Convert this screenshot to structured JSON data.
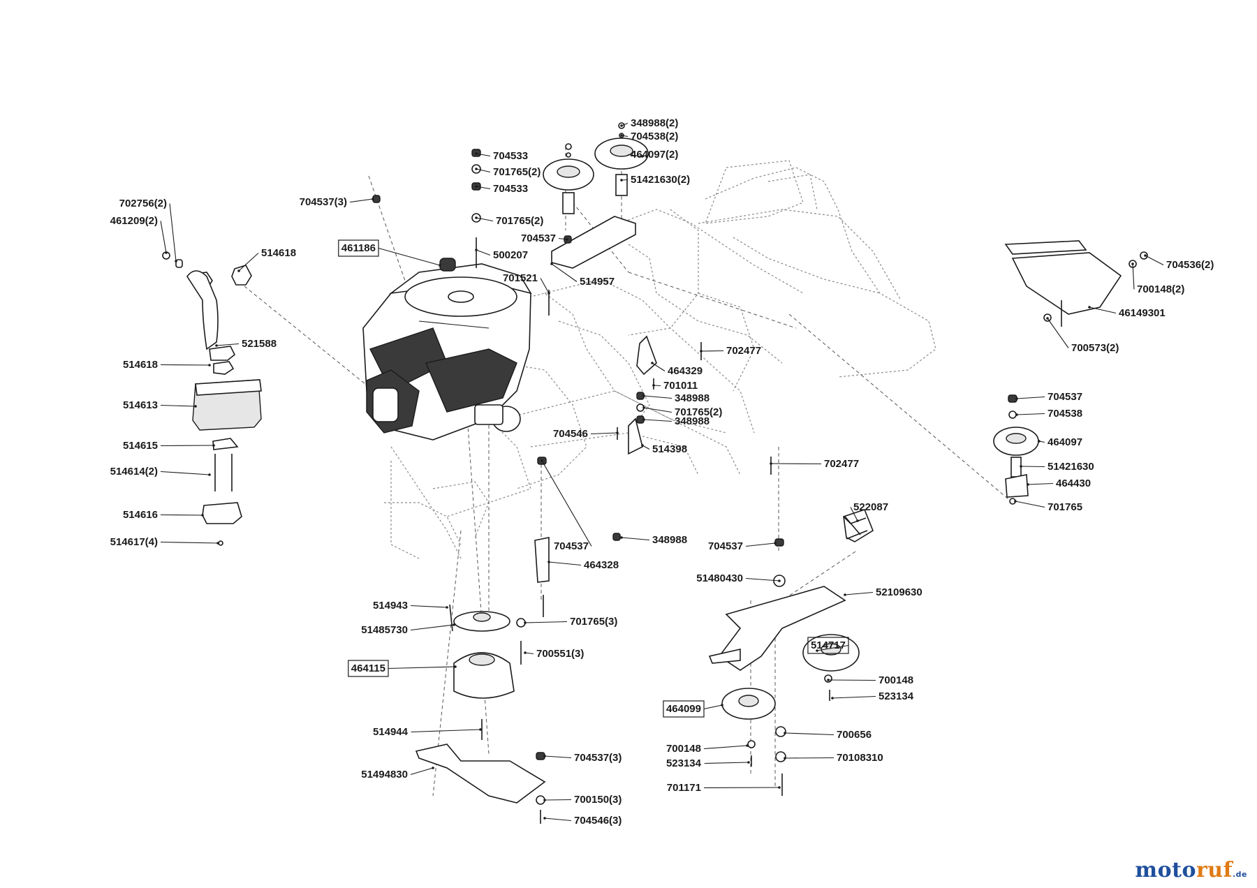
{
  "diagram": {
    "labels": [
      {
        "id": "l1",
        "text": "348988(2)"
      },
      {
        "id": "l2",
        "text": "704538(2)"
      },
      {
        "id": "l3",
        "text": "464097(2)"
      },
      {
        "id": "l4",
        "text": "51421630(2)"
      },
      {
        "id": "l5",
        "text": "704533"
      },
      {
        "id": "l6",
        "text": "701765(2)"
      },
      {
        "id": "l7",
        "text": "704533"
      },
      {
        "id": "l8",
        "text": "704537(3)"
      },
      {
        "id": "l9",
        "text": "701765(2)"
      },
      {
        "id": "l10",
        "text": "704537"
      },
      {
        "id": "l11",
        "text": "461186",
        "boxed": true
      },
      {
        "id": "l12",
        "text": "500207"
      },
      {
        "id": "l13",
        "text": "514957"
      },
      {
        "id": "l14",
        "text": "701521"
      },
      {
        "id": "l15",
        "text": "702756(2)"
      },
      {
        "id": "l16",
        "text": "461209(2)"
      },
      {
        "id": "l17",
        "text": "514618"
      },
      {
        "id": "l18",
        "text": "521588"
      },
      {
        "id": "l19",
        "text": "514618"
      },
      {
        "id": "l20",
        "text": "514613"
      },
      {
        "id": "l21",
        "text": "514615"
      },
      {
        "id": "l22",
        "text": "514614(2)"
      },
      {
        "id": "l23",
        "text": "514616"
      },
      {
        "id": "l24",
        "text": "514617(4)"
      },
      {
        "id": "l25",
        "text": "702477"
      },
      {
        "id": "l26",
        "text": "464329"
      },
      {
        "id": "l27",
        "text": "701011"
      },
      {
        "id": "l28",
        "text": "348988"
      },
      {
        "id": "l29",
        "text": "701765(2)"
      },
      {
        "id": "l30",
        "text": "348988"
      },
      {
        "id": "l31",
        "text": "704546"
      },
      {
        "id": "l32",
        "text": "514398"
      },
      {
        "id": "l33",
        "text": "702477"
      },
      {
        "id": "l34",
        "text": "704536(2)"
      },
      {
        "id": "l35",
        "text": "700148(2)"
      },
      {
        "id": "l36",
        "text": "46149301"
      },
      {
        "id": "l37",
        "text": "700573(2)"
      },
      {
        "id": "l38",
        "text": "704537"
      },
      {
        "id": "l39",
        "text": "704538"
      },
      {
        "id": "l40",
        "text": "464097"
      },
      {
        "id": "l41",
        "text": "51421630"
      },
      {
        "id": "l42",
        "text": "464430"
      },
      {
        "id": "l43",
        "text": "701765"
      },
      {
        "id": "l44",
        "text": "522087"
      },
      {
        "id": "l45",
        "text": "704537"
      },
      {
        "id": "l46",
        "text": "348988"
      },
      {
        "id": "l47",
        "text": "704537"
      },
      {
        "id": "l48",
        "text": "464328"
      },
      {
        "id": "l49",
        "text": "51480430"
      },
      {
        "id": "l50",
        "text": "52109630"
      },
      {
        "id": "l51",
        "text": "514943"
      },
      {
        "id": "l52",
        "text": "51485730"
      },
      {
        "id": "l53",
        "text": "701765(3)"
      },
      {
        "id": "l54",
        "text": "514717",
        "boxed": true
      },
      {
        "id": "l55",
        "text": "464115",
        "boxed": true
      },
      {
        "id": "l56",
        "text": "700551(3)"
      },
      {
        "id": "l57",
        "text": "700148"
      },
      {
        "id": "l58",
        "text": "523134"
      },
      {
        "id": "l59",
        "text": "464099",
        "boxed": true
      },
      {
        "id": "l60",
        "text": "514944"
      },
      {
        "id": "l61",
        "text": "700656"
      },
      {
        "id": "l62",
        "text": "700148"
      },
      {
        "id": "l63",
        "text": "70108310"
      },
      {
        "id": "l64",
        "text": "704537(3)"
      },
      {
        "id": "l65",
        "text": "523134"
      },
      {
        "id": "l66",
        "text": "51494830"
      },
      {
        "id": "l67",
        "text": "700150(3)"
      },
      {
        "id": "l68",
        "text": "701171"
      },
      {
        "id": "l69",
        "text": "704546(3)"
      }
    ]
  },
  "brand": {
    "part1": "moto",
    "part2": "ruf",
    "suffix": ".de"
  },
  "colors": {
    "brand_blue": "#1f4f9c",
    "brand_orange": "#e07a12",
    "ink": "#1a1a1a"
  }
}
